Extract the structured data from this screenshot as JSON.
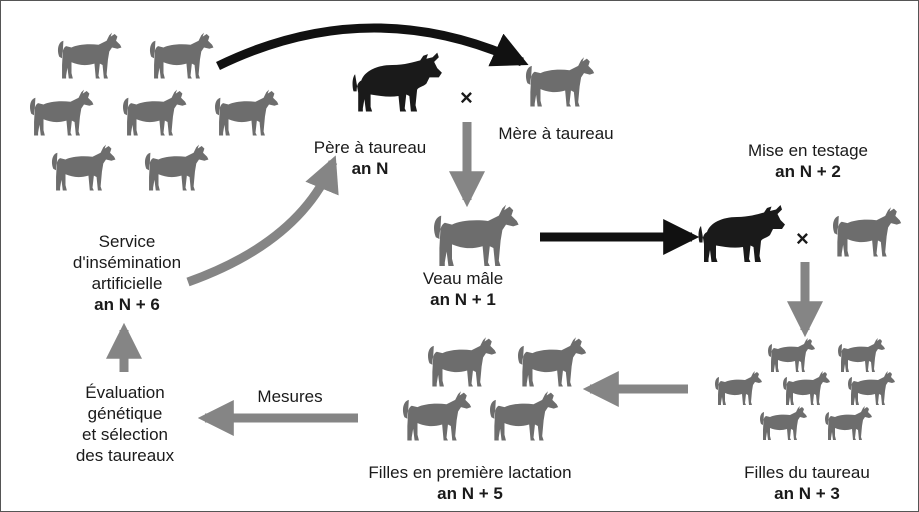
{
  "colors": {
    "cow": "#6d6d6d",
    "bull": "#1a1a1a",
    "arrow_gray": "#858585",
    "arrow_black": "#111111"
  },
  "labels": {
    "pere": {
      "text": "Père à taureau",
      "year": "an N"
    },
    "mere": {
      "text": "Mère à taureau"
    },
    "mise": {
      "text": "Mise en testage",
      "year": "an N + 2"
    },
    "veau": {
      "text": "Veau mâle",
      "year": "an N + 1"
    },
    "service": {
      "line1": "Service",
      "line2": "d'insémination",
      "line3": "artificielle",
      "year": "an N + 6"
    },
    "evaluation": {
      "line1": "Évaluation",
      "line2": "génétique",
      "line3": "et sélection",
      "line4": "des taureaux"
    },
    "mesures": {
      "text": "Mesures"
    },
    "filles_lact": {
      "text": "Filles en première lactation",
      "year": "an N + 5"
    },
    "filles_taureau": {
      "text": "Filles du taureau",
      "year": "an N + 3"
    },
    "cross_symbol": "×"
  }
}
